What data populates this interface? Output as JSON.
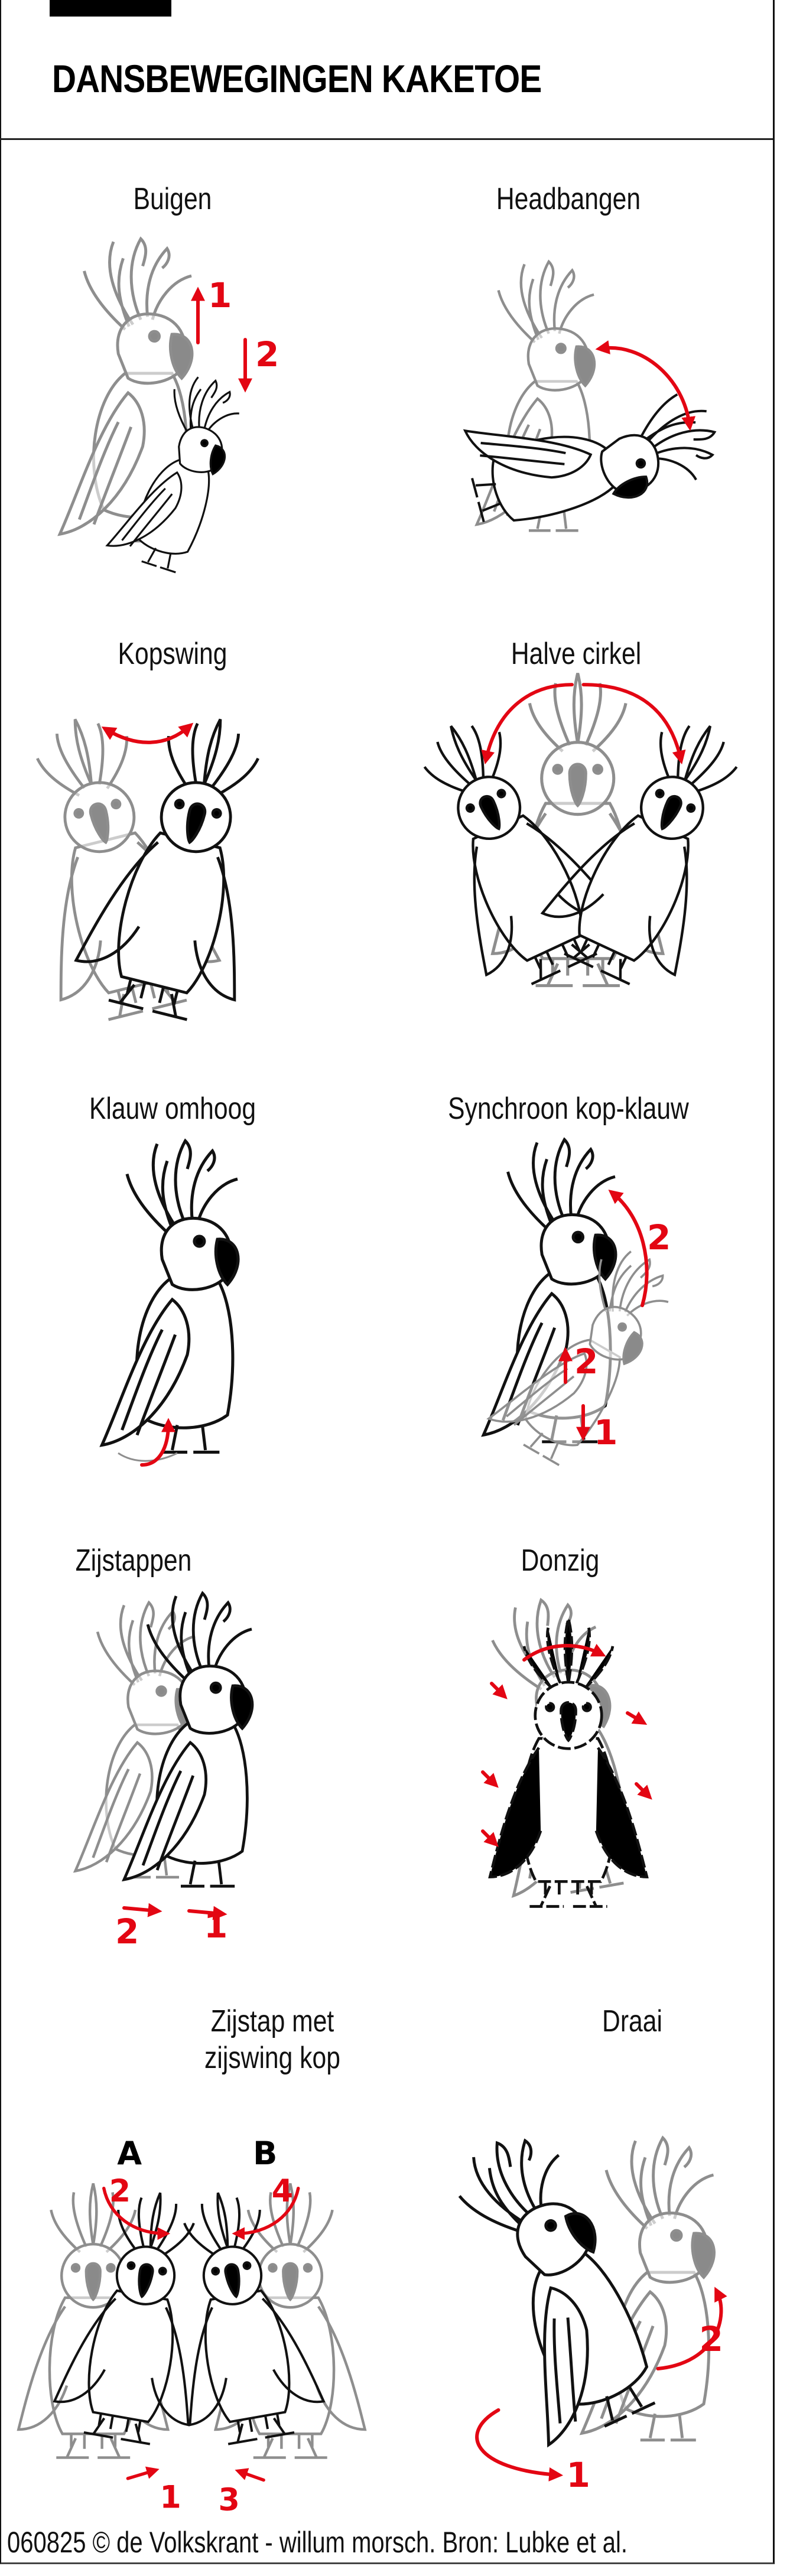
{
  "title": "DANSBEWEGINGEN KAKETOE",
  "colors": {
    "accent": "#e30613",
    "ink": "#111111",
    "ghost": "#8e8e8e"
  },
  "panels": [
    {
      "title": "Buigen",
      "labels": [
        "1",
        "2"
      ]
    },
    {
      "title": "Headbangen"
    },
    {
      "title": "Kopswing"
    },
    {
      "title": "Halve cirkel"
    },
    {
      "title": "Klauw omhoog"
    },
    {
      "title": "Synchroon kop-klauw",
      "labels": [
        "2",
        "2",
        "1"
      ]
    },
    {
      "title": "Zijstappen",
      "labels": [
        "2",
        "1"
      ]
    },
    {
      "title": "Donzig"
    },
    {
      "title_line1": "Zijstap met",
      "title_line2": "zijswing kop",
      "birds": [
        "A",
        "B"
      ],
      "labels": [
        "2",
        "4",
        "1",
        "3"
      ]
    },
    {
      "title": "Draai",
      "labels": [
        "2",
        "1"
      ]
    }
  ],
  "footer": "060825 © de Volkskrant - willum morsch. Bron: Lubke et al."
}
